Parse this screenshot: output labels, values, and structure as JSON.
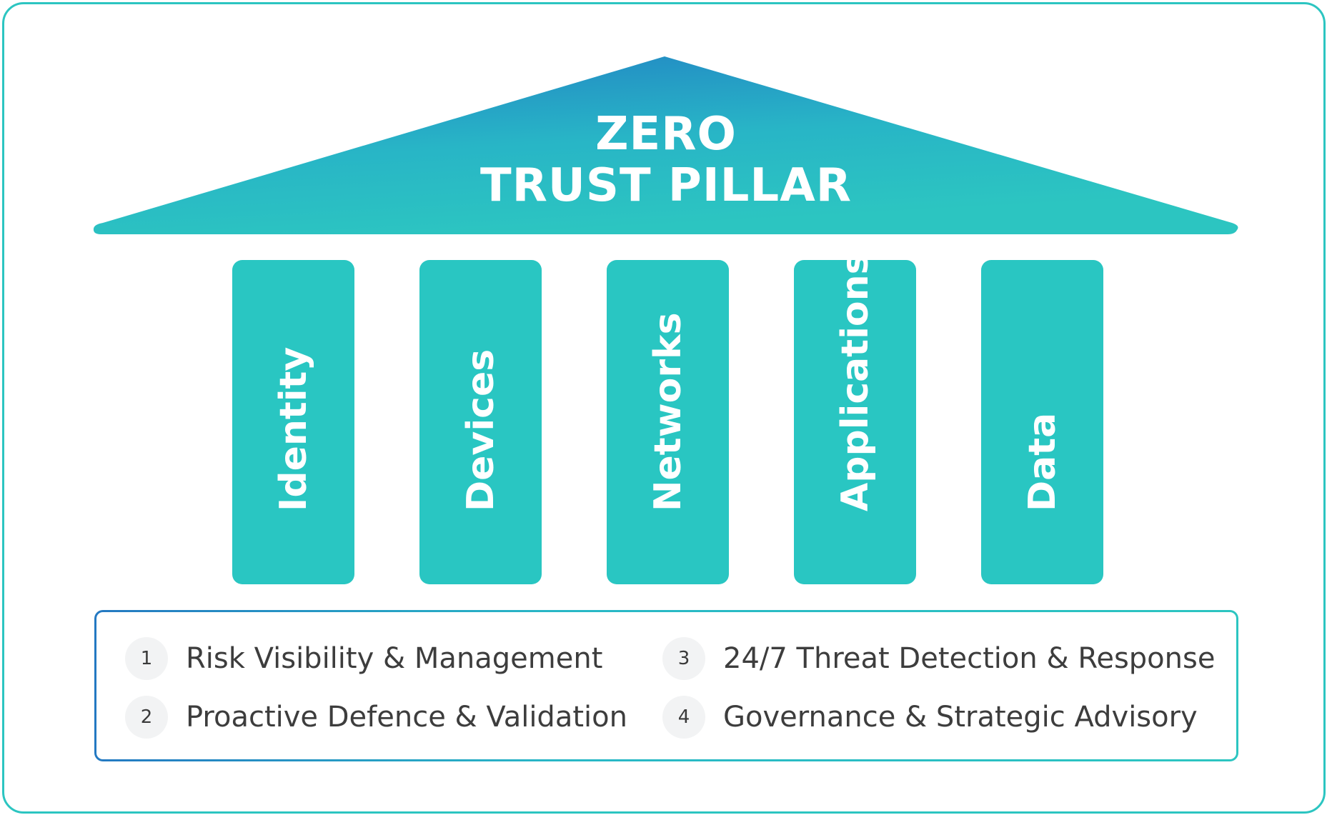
{
  "title": {
    "line1": "ZERO",
    "line2": "TRUST PILLAR"
  },
  "pillars": [
    {
      "label": "Identity"
    },
    {
      "label": "Devices"
    },
    {
      "label": "Networks"
    },
    {
      "label": "Applications"
    },
    {
      "label": "Data"
    }
  ],
  "services": [
    {
      "number": "1",
      "label": "Risk Visibility & Management"
    },
    {
      "number": "2",
      "label": "Proactive Defence & Validation"
    },
    {
      "number": "3",
      "label": "24/7 Threat Detection & Response"
    },
    {
      "number": "4",
      "label": "Governance & Strategic Advisory"
    }
  ],
  "colors": {
    "frame": "#2cc5c1",
    "roof_top": "#2283c4",
    "roof_bottom": "#2cc5c1",
    "pillar": "#29c6c2",
    "text_dark": "#3d3d3d"
  }
}
